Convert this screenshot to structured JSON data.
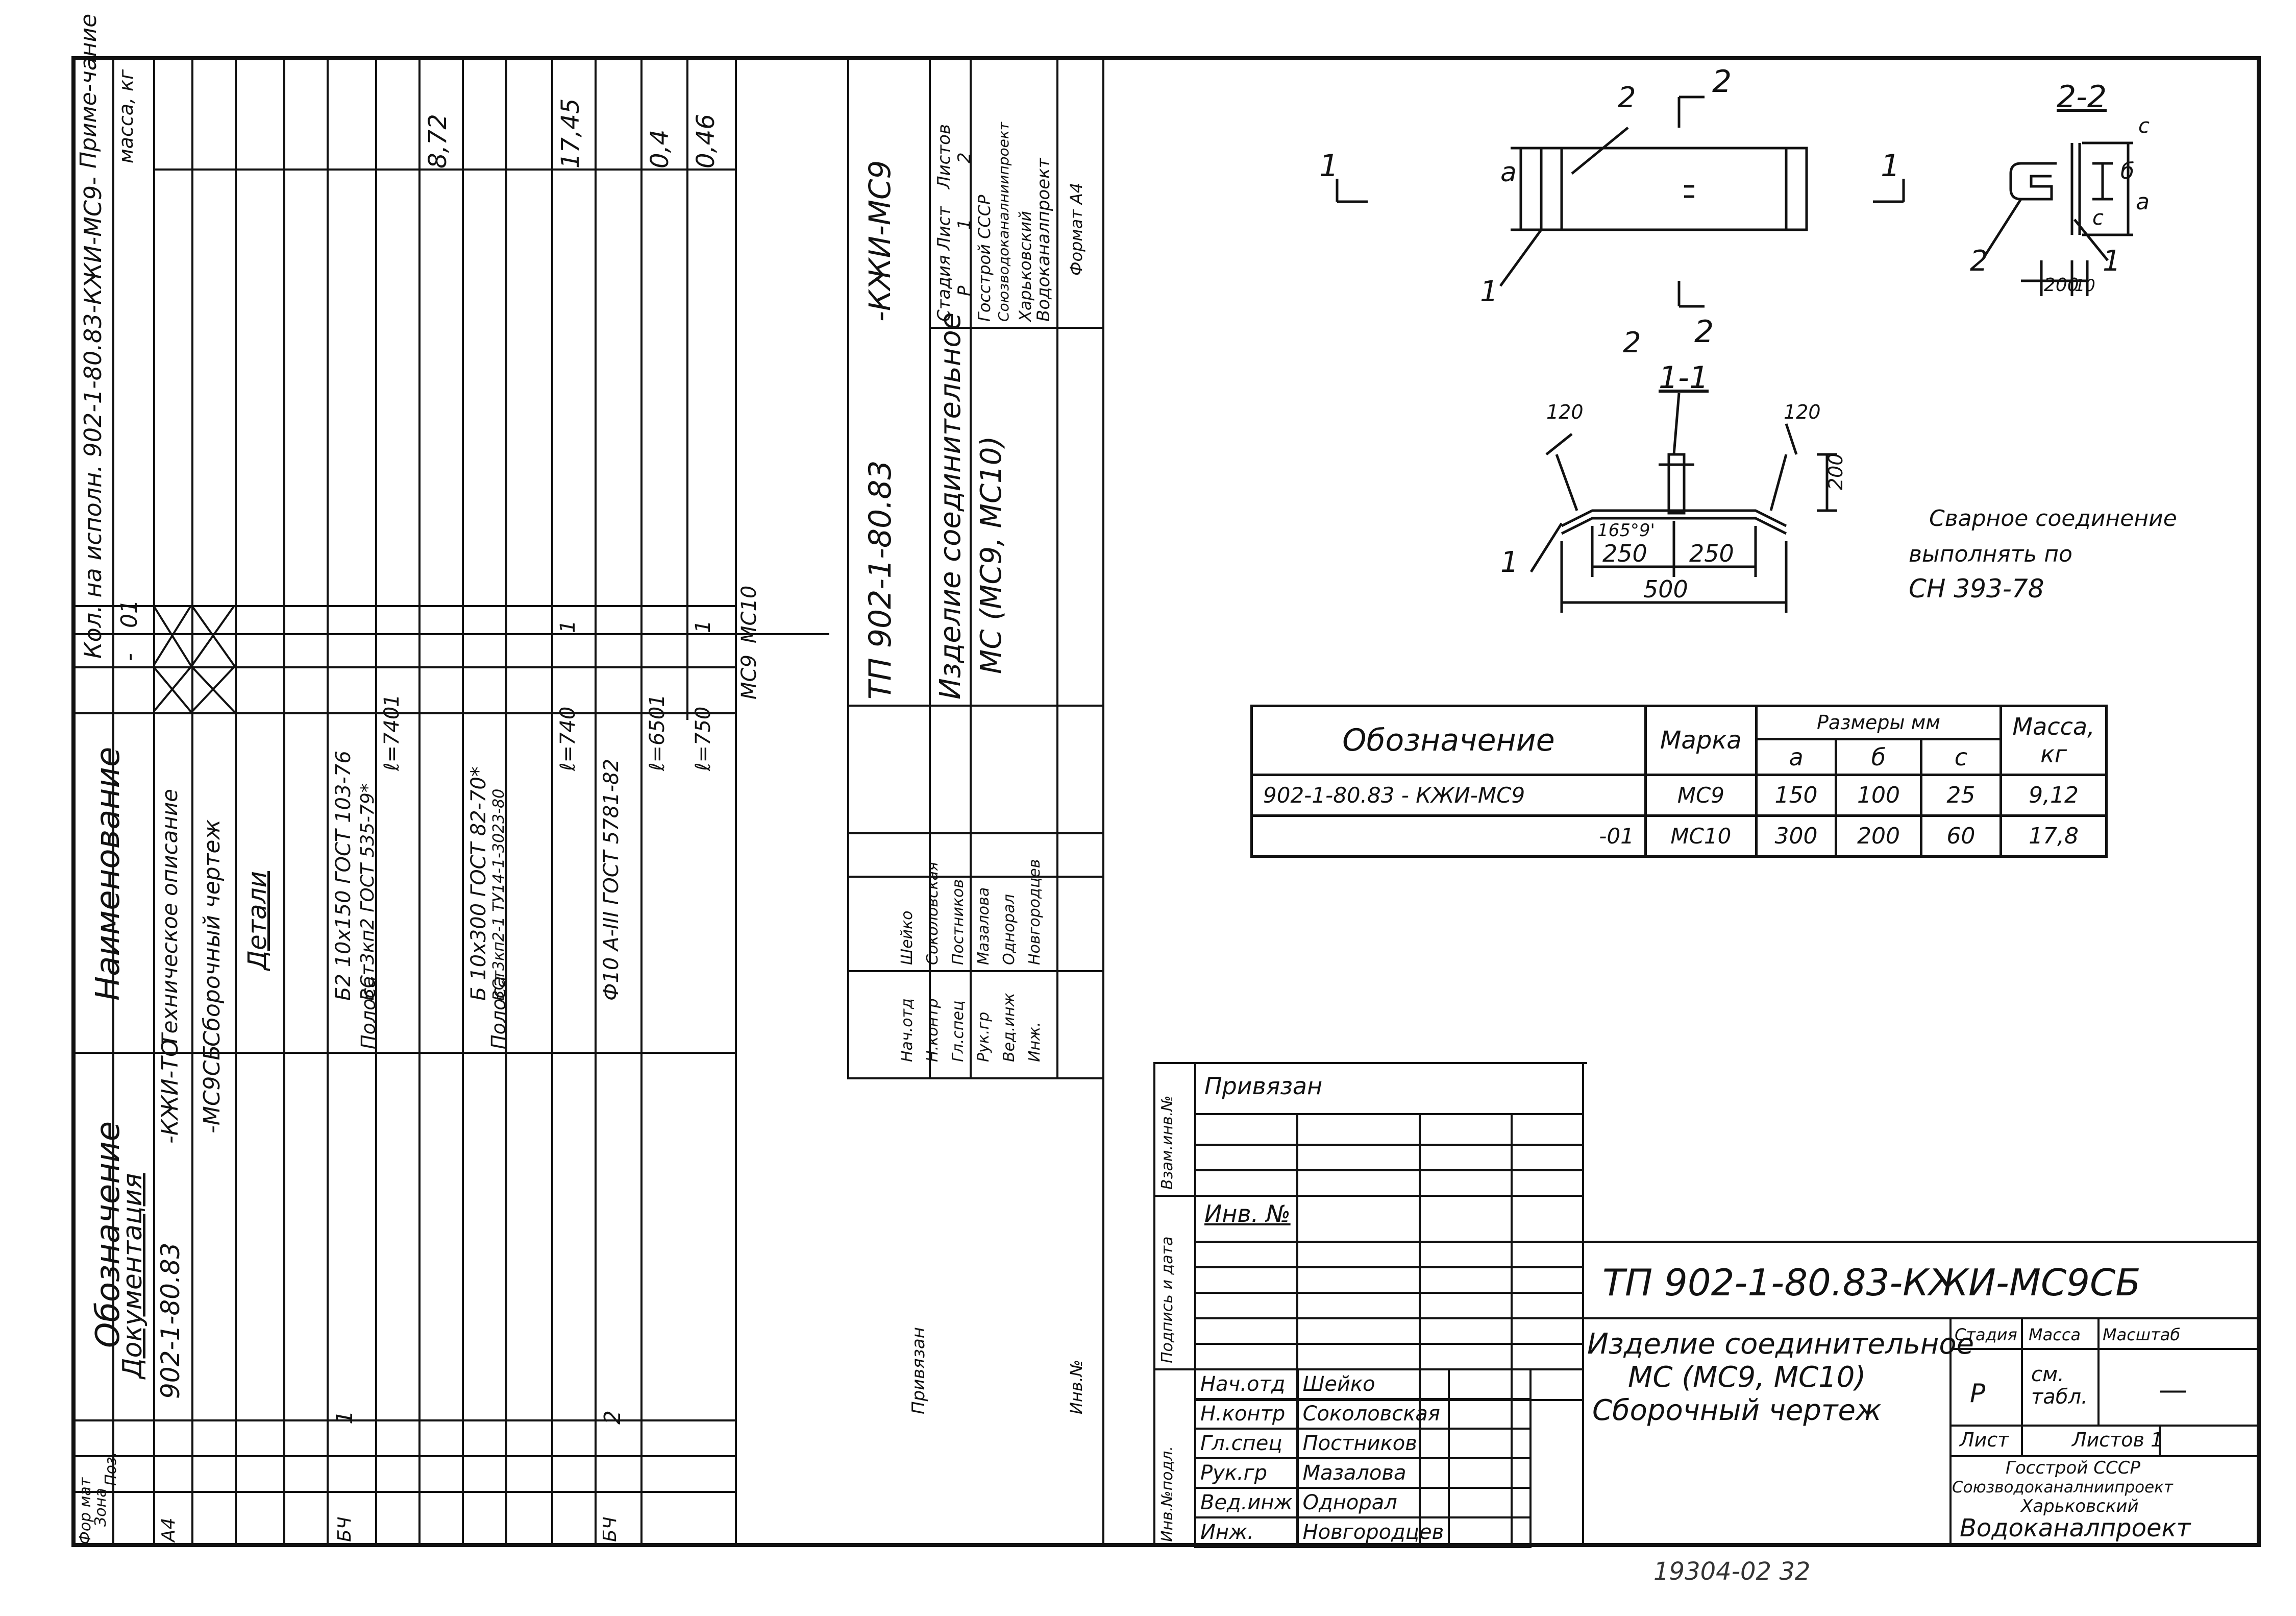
{
  "spec_table": {
    "headers": {
      "designation": "Обозначение",
      "name": "Наименование",
      "qty": "Кол. на исполн. 902-1-80.83-КЖИ-МС9-",
      "note": "Приме-чание",
      "mass": "масса, кг",
      "format": "Фор мат",
      "zone": "Зона",
      "pos": "Поз."
    },
    "exec_cols": [
      "-",
      "01"
    ],
    "exec_names": [
      "МС9",
      "МС10"
    ],
    "rows": [
      {
        "format": "А4",
        "designation": "902-1-80.83",
        "suffix": "-КЖИ-ТО",
        "name": "Техническое описание"
      },
      {
        "designation": "",
        "suffix": "-МС9СБ",
        "name": "Сборочный чертеж"
      },
      {
        "name": "Документация",
        "section": true
      },
      {
        "name": "Детали",
        "section": true
      },
      {
        "format": "БЧ",
        "pos": "1",
        "name": "Полоса",
        "spec1": "Б2 10х150 ГОСТ 103-76",
        "spec2": "ВСт3кп2 ГОСТ 535-79*",
        "len1": "ℓ=740",
        "qty1": "1",
        "mass": "8,72"
      },
      {
        "pos": "",
        "name": "Полоса",
        "spec1": "Б 10х300 ГОСТ 82-70*",
        "spec2": "ВСт3кп2-1 ТУ14-1-3023-80",
        "len1": "ℓ=740",
        "qty2": "1",
        "mass": "17,45"
      },
      {
        "format": "БЧ",
        "pos": "2",
        "spec1": "Ф10 А-III ГОСТ 5781-82",
        "len1": "ℓ=650",
        "qty1": "1",
        "mass": "0,4"
      },
      {
        "len1": "ℓ=750",
        "qty2": "1",
        "mass": "0,46"
      }
    ]
  },
  "small_stamp": {
    "code": "ТП 902-1-80.83",
    "suffix": "-КЖИ-МС9",
    "title1": "Изделие соединительное",
    "title2": "МС (МС9, МС10)",
    "stage_h": "Стадия",
    "sheet_h": "Лист",
    "sheets_h": "Листов",
    "stage": "Р",
    "sheet": "1",
    "sheets": "2",
    "org1": "Госстрой СССР",
    "org2": "Союзводоканалниипроект",
    "org3": "Харьковский",
    "org4": "Водоканалпроект",
    "format": "Формат А4",
    "roles": [
      "Нач.отд",
      "Н.контр",
      "Гл.спец",
      "Рук.гр",
      "Вед.инж",
      "Инж."
    ],
    "people": [
      "Шейко",
      "Соколовская",
      "Постников",
      "Мазалова",
      "Однорал",
      "Новгородцев"
    ],
    "attached": "Привязан",
    "inv": "Инв.№"
  },
  "drawing": {
    "labels": [
      "1",
      "2",
      "2",
      "1",
      "1",
      "2",
      "2",
      "1",
      "2",
      "1"
    ],
    "section_2_2": "2-2",
    "section_1_1": "1-1",
    "dim_a": "а",
    "dim_b": "б",
    "dim_c": "с",
    "dim_c1": "с",
    "dim_200": "200",
    "dim_10": "10",
    "dim_120a": "120",
    "dim_120b": "120",
    "dim_200v": "200",
    "angle": "165°9'",
    "dim_250a": "250",
    "dim_250b": "250",
    "dim_500": "500",
    "note1": "Сварное соединение",
    "note2": "выполнять по",
    "note3": "СН 393-78",
    "mark_2a": "2",
    "mark_2b": "2",
    "mark_1a": "1",
    "mark_1b": "1"
  },
  "dims_table": {
    "h_designation": "Обозначение",
    "h_mark": "Марка",
    "h_sizes": "Размеры мм",
    "h_a": "а",
    "h_b": "б",
    "h_c": "с",
    "h_mass": "Масса, кг",
    "rows": [
      {
        "designation": "902-1-80.83 - КЖИ-МС9",
        "mark": "МС9",
        "a": "150",
        "b": "100",
        "c": "25",
        "mass": "9,12"
      },
      {
        "designation": "-01",
        "mark": "МС10",
        "a": "300",
        "b": "200",
        "c": "60",
        "mass": "17,8"
      }
    ]
  },
  "main_stamp": {
    "code": "ТП 902-1-80.83-КЖИ-МС9СБ",
    "title1": "Изделие соединительное",
    "title2": "МС (МС9, МС10)",
    "title3": "Сборочный чертеж",
    "stage_h": "Стадия",
    "mass_h": "Масса",
    "scale_h": "Масштаб",
    "stage": "Р",
    "mass": "см. табл.",
    "scale": "—",
    "sheet_h": "Лист",
    "sheets_h": "Листов 1",
    "org1": "Госстрой СССР",
    "org2": "Союзводоканалниипроект",
    "org3": "Харьковский",
    "org4": "Водоканалпроект",
    "attached": "Привязан",
    "inv": "Инв. №",
    "side": [
      "Взам.инв.№",
      "Подпись и дата",
      "Инв.№подл."
    ],
    "roles": [
      "Нач.отд",
      "Н.контр",
      "Гл.спец",
      "Рук.гр",
      "Вед.инж",
      "Инж."
    ],
    "people": [
      "Шейко",
      "Соколовская",
      "Постников",
      "Мазалова",
      "Однорал",
      "Новгородцев"
    ]
  },
  "footer_number": "19304-02   32"
}
